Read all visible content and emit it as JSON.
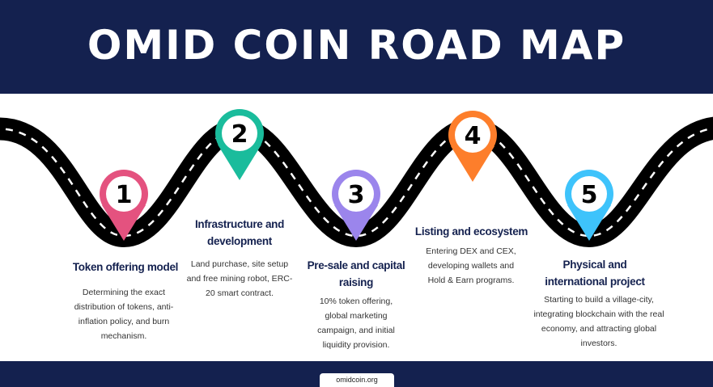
{
  "header": {
    "title": "OMID COIN ROAD MAP"
  },
  "steps": [
    {
      "number": "1",
      "title": "Token offering model",
      "description": "Determining the exact distribution of tokens, anti-inflation policy, and burn mechanism.",
      "color": "#e4527f"
    },
    {
      "number": "2",
      "title": "Infrastructure and development",
      "description": "Land purchase, site setup and free mining robot, ERC-20 smart contract.",
      "color": "#1abc9c"
    },
    {
      "number": "3",
      "title": "Pre-sale and capital raising",
      "description": "10% token offering, global marketing campaign, and initial liquidity provision.",
      "color": "#9b85ec"
    },
    {
      "number": "4",
      "title": "Listing and ecosystem",
      "description": "Entering DEX and CEX, developing wallets and Hold & Earn programs.",
      "color": "#fd7e2b"
    },
    {
      "number": "5",
      "title": "Physical and international project",
      "description": "Starting to build a village-city, integrating blockchain with the real economy, and attracting global investors.",
      "color": "#3ec3fb"
    }
  ],
  "footer": {
    "website": "omidcoin.org"
  }
}
